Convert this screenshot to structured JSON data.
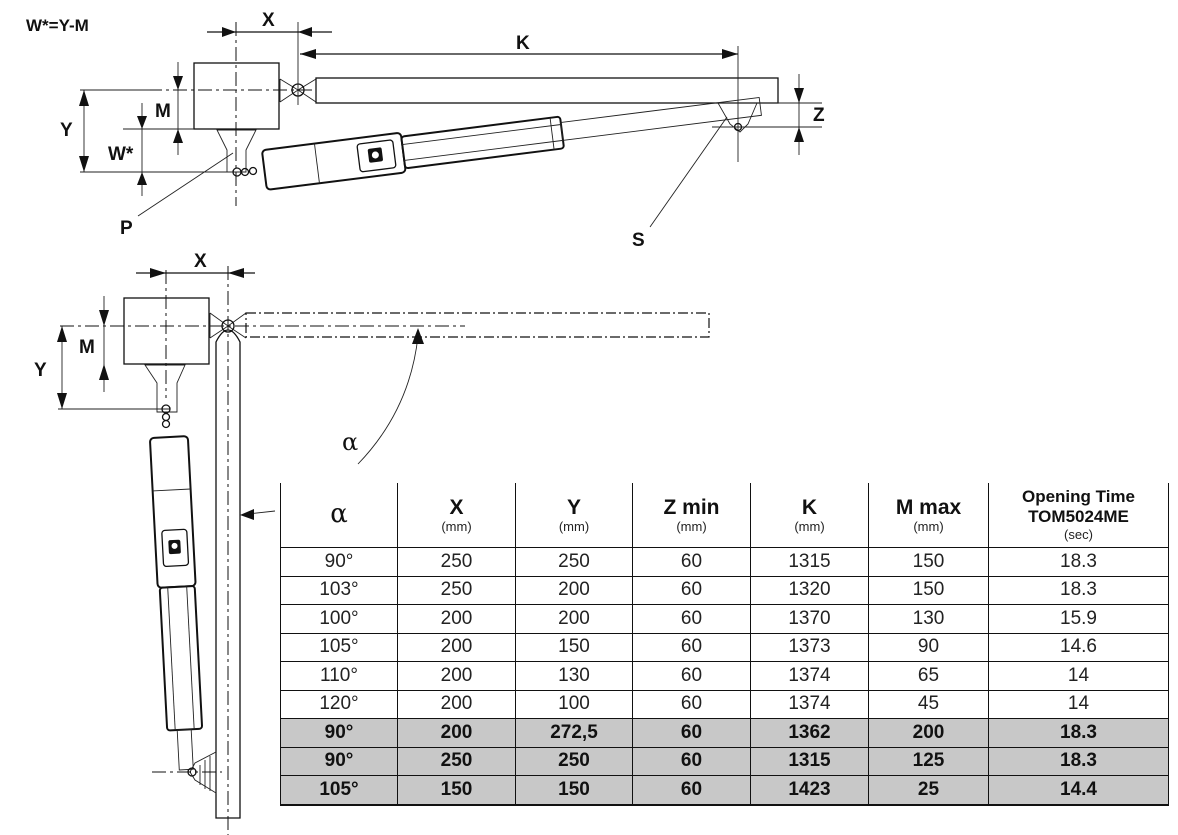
{
  "formula": "W*=Y-M",
  "top_diagram": {
    "labels": {
      "x": "X",
      "k": "K",
      "m": "M",
      "y": "Y",
      "w": "W*",
      "z": "Z",
      "p": "P",
      "s": "S"
    }
  },
  "bottom_diagram": {
    "labels": {
      "x": "X",
      "m": "M",
      "y": "Y",
      "alpha": "α"
    }
  },
  "table": {
    "headers": [
      {
        "title": "α",
        "unit": ""
      },
      {
        "title": "X",
        "unit": "(mm)"
      },
      {
        "title": "Y",
        "unit": "(mm)"
      },
      {
        "title": "Z min",
        "unit": "(mm)"
      },
      {
        "title": "K",
        "unit": "(mm)"
      },
      {
        "title": "M max",
        "unit": "(mm)"
      },
      {
        "title": "Opening Time",
        "title2": "TOM5024ME",
        "unit": "(sec)"
      }
    ],
    "rows": [
      {
        "highlight": false,
        "cells": [
          "90°",
          "250",
          "250",
          "60",
          "1315",
          "150",
          "18.3"
        ]
      },
      {
        "highlight": false,
        "cells": [
          "103°",
          "250",
          "200",
          "60",
          "1320",
          "150",
          "18.3"
        ]
      },
      {
        "highlight": false,
        "cells": [
          "100°",
          "200",
          "200",
          "60",
          "1370",
          "130",
          "15.9"
        ]
      },
      {
        "highlight": false,
        "cells": [
          "105°",
          "200",
          "150",
          "60",
          "1373",
          "90",
          "14.6"
        ]
      },
      {
        "highlight": false,
        "cells": [
          "110°",
          "200",
          "130",
          "60",
          "1374",
          "65",
          "14"
        ]
      },
      {
        "highlight": false,
        "cells": [
          "120°",
          "200",
          "100",
          "60",
          "1374",
          "45",
          "14"
        ]
      },
      {
        "highlight": true,
        "cells": [
          "90°",
          "200",
          "272,5",
          "60",
          "1362",
          "200",
          "18.3"
        ]
      },
      {
        "highlight": true,
        "cells": [
          "90°",
          "250",
          "250",
          "60",
          "1315",
          "125",
          "18.3"
        ]
      },
      {
        "highlight": true,
        "cells": [
          "105°",
          "150",
          "150",
          "60",
          "1423",
          "25",
          "14.4"
        ]
      }
    ]
  },
  "colors": {
    "highlight_row": "#c8c8c8",
    "line": "#111111"
  }
}
